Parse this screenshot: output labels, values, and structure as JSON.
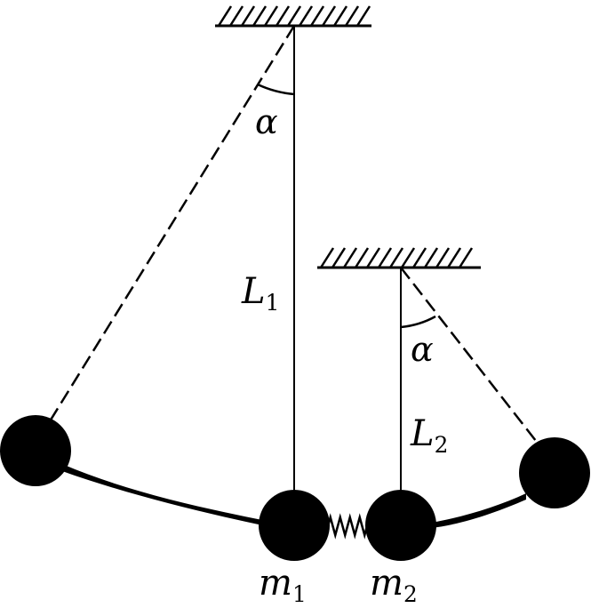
{
  "colors": {
    "ink": "#000000",
    "background": "#ffffff"
  },
  "labels": {
    "angle_left": "α",
    "angle_right": "α",
    "length_1": {
      "base": "L",
      "sub": "1"
    },
    "length_2": {
      "base": "L",
      "sub": "2"
    },
    "mass_1": {
      "base": "m",
      "sub": "1"
    },
    "mass_2": {
      "base": "m",
      "sub": "2"
    }
  }
}
